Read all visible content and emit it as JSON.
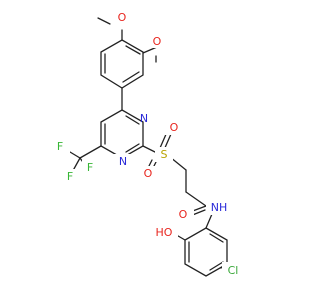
{
  "colors": {
    "bond": "#222222",
    "oxygen": "#e8261f",
    "nitrogen": "#2a2ad8",
    "fluorine": "#38b636",
    "sulfur": "#b8a200",
    "chlorine": "#3aa83a",
    "background": "#ffffff"
  },
  "atoms": {
    "o_methoxy_1": "O",
    "o_methoxy_2": "O",
    "n_pyrimidine_1": "N",
    "n_pyrimidine_2": "N",
    "f_1": "F",
    "f_2": "F",
    "f_3": "F",
    "sulfur": "S",
    "o_sulfonyl_1": "O",
    "o_sulfonyl_2": "O",
    "o_amide": "O",
    "nh_amide": "NH",
    "oh_phenol": "HO",
    "chlorine": "Cl"
  }
}
